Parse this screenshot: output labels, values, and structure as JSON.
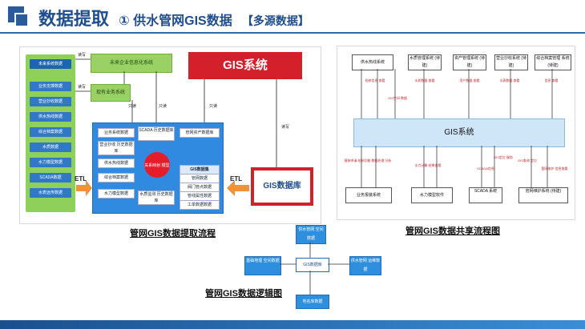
{
  "header": {
    "title": "数据提取",
    "subtitle": "① 供水管网GIS数据",
    "tag": "【多源数据】"
  },
  "diagram_extract": {
    "caption": "管网GIS数据提取流程",
    "left_column": [
      "未来系统数据",
      "业务支撑数据",
      "营业抄收数据",
      "供水热线数据",
      "综合档案数据",
      "水质数据",
      "水力模型数据",
      "SCADA数据",
      "水表远传数据"
    ],
    "info_system": "未来企业信息化系统",
    "biz_system": "现有业务系统",
    "gis_system": "GIS系统",
    "gis_db": "GIS数据库",
    "center_items": [
      "业务系统数据",
      "SCADA 历史数据库",
      "管网资产数据库",
      "营业抄收 历史数据库",
      "供水热线数据",
      "综合档案数据",
      "水力模型数据",
      "水质监测 历史数据库"
    ],
    "core": "关系映射 模型",
    "gis_data": [
      "GIS数据集",
      "管网数据",
      "阀门管点数据",
      "管线属性数据",
      "工单数据数据"
    ],
    "rw1": "读写",
    "rw2": "读写",
    "rw3": "读写",
    "read1": "只读",
    "read2": "只读",
    "read3": "只读",
    "etl_left": "ETL",
    "etl_right": "ETL"
  },
  "diagram_share": {
    "caption": "管网GIS数据共享流程图",
    "top": [
      "供水热线系统",
      "水质管理系统 (待建)",
      "资产管理系统 (待建)",
      "营业抄收系统 (待建)",
      "综合档案管理 系统(待建)"
    ],
    "gis": "GIS系统",
    "bottom": [
      "业务报装系统",
      "水力模型软件",
      "SCADA 系统",
      "管网维护系统 (待建)"
    ],
    "top_labels": [
      "检修信息 查看",
      "GIS空间 数据",
      "水质数据 查看",
      "资产数据 查看",
      "水表数据 查看",
      "信息 查看"
    ],
    "bottom_labels": [
      "报装申请 绘制功能",
      "数据处理 分析",
      "水力计算 结果查看",
      "SCADA信息",
      "GIS定位 服务",
      "GIS查询 定位",
      "管网维护 信息查看"
    ]
  },
  "diagram_logic": {
    "caption": "管网GIS数据逻辑图",
    "center": "GIS数据库",
    "top": "供水管网 空间数据",
    "left": "基础地理 空间数据",
    "right": "供水管网 运维数据",
    "bottom": "地名库数据"
  }
}
